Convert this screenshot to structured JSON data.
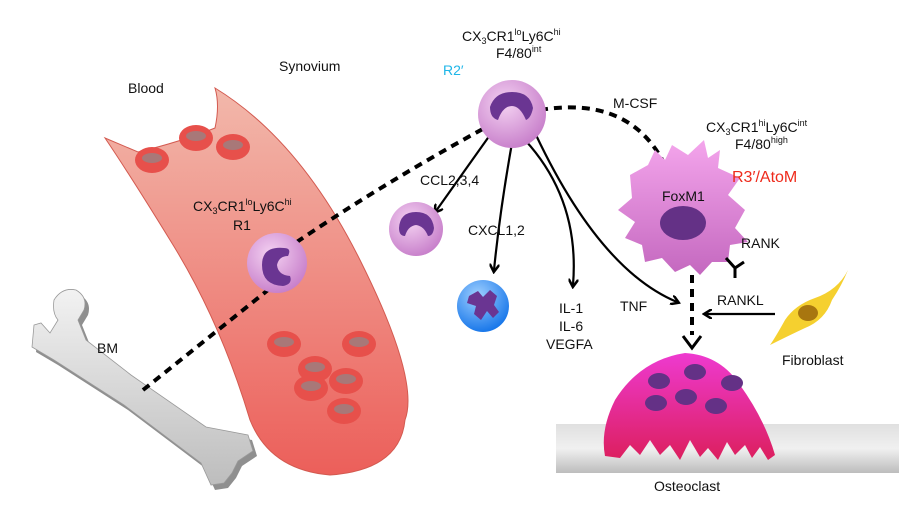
{
  "title": "Monocyte/macrophage subsets in synovial inflammation and osteoclastogenesis",
  "compartments": {
    "blood": "Blood",
    "synovium": "Synovium",
    "bone_marrow": "BM"
  },
  "cells": {
    "r1": {
      "marker_base1": "CX",
      "marker_sub": "3",
      "marker_base2": "CR1",
      "marker_sup1": "lo",
      "marker_base3": "Ly6C",
      "marker_sup2": "hi",
      "name": "R1"
    },
    "r2": {
      "marker_base1": "CX",
      "marker_sub": "3",
      "marker_base2": "CR1",
      "marker_sup1": "lo",
      "marker_base3": "Ly6C",
      "marker_sup2": "hi",
      "f480_base": "F4/80",
      "f480_sup": "int",
      "name": "R2′"
    },
    "r3": {
      "marker_base1": "CX",
      "marker_sub": "3",
      "marker_base2": "CR1",
      "marker_sup1": "hi",
      "marker_base3": "Ly6C",
      "marker_sup2": "int",
      "f480_base": "F4/80",
      "f480_sup": "high",
      "name": "R3′/AtoM",
      "nucleus_label": "FoxM1",
      "receptor_label": "RANK"
    },
    "fibroblast": "Fibroblast",
    "osteoclast": "Osteoclast"
  },
  "signals": {
    "mcsf": "M-CSF",
    "ccl": "CCL2,3,4",
    "cxcl": "CXCL1,2",
    "il1": "IL-1",
    "il6": "IL-6",
    "vegfa": "VEGFA",
    "tnf": "TNF",
    "rankl": "RANKL"
  },
  "colors": {
    "r2_label": "#1fb6e8",
    "r3_label": "#ee2a1b",
    "vessel": "#ec6a64",
    "monocyte": "#d99ad8",
    "nucleus": "#6a3592",
    "neutrophil": "#3b8ff0",
    "osteoclast": "#e62f8f",
    "fibroblast": "#f5d02f",
    "bone": "#c9c9c9"
  }
}
